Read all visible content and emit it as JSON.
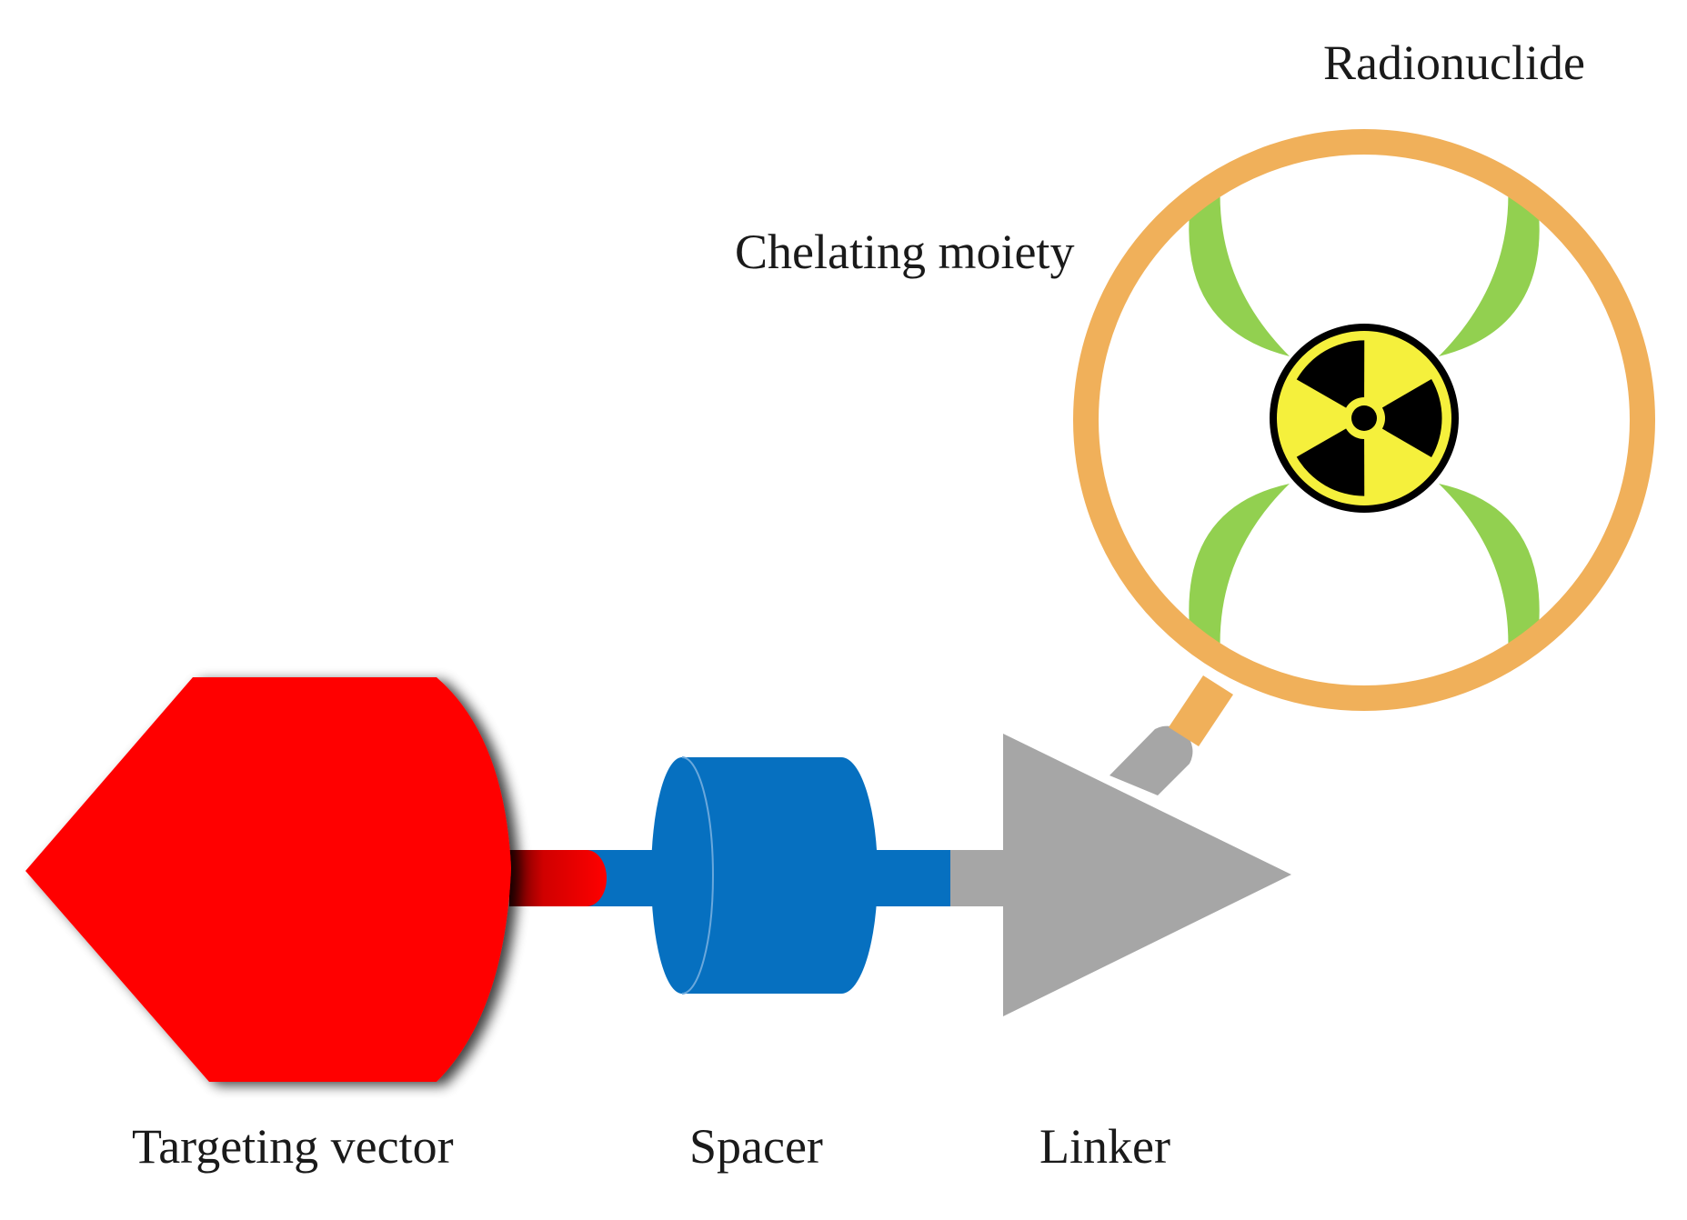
{
  "labels": {
    "radionuclide": "Radionuclide",
    "chelating_moiety": "Chelating moiety",
    "targeting_vector": "Targeting vector",
    "spacer": "Spacer",
    "linker": "Linker"
  },
  "colors": {
    "targeting_vector": "#ff0000",
    "spacer": "#0670c0",
    "linker": "#a6a6a6",
    "ring": "#f0b05a",
    "chelator_arms": "#92d050",
    "radiation_yellow": "#f5f03c",
    "radiation_black": "#000000"
  },
  "icons": {
    "radionuclide": "radiation-trefoil-icon"
  }
}
